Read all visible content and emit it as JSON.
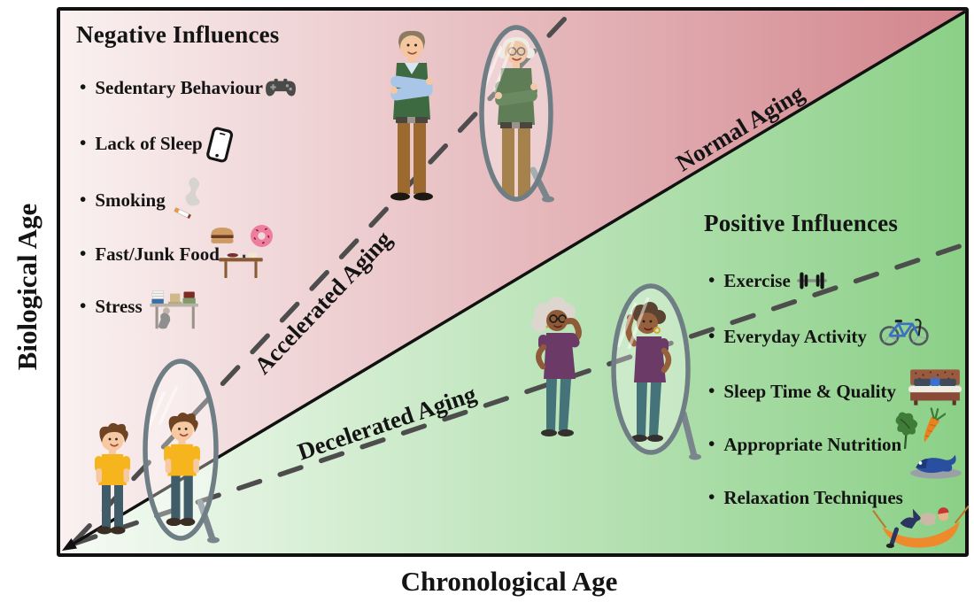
{
  "axes": {
    "y_label": "Biological Age",
    "x_label": "Chronological Age"
  },
  "lines": {
    "normal": "Normal Aging",
    "accelerated": "Accelerated Aging",
    "decelerated": "Decelerated Aging"
  },
  "negative": {
    "title": "Negative Influences",
    "items": [
      {
        "label": "Sedentary Behaviour",
        "icon": "gamepad-icon"
      },
      {
        "label": "Lack of Sleep",
        "icon": "smartphone-icon"
      },
      {
        "label": "Smoking",
        "icon": "cigarette-smoke-icon"
      },
      {
        "label": "Fast/Junk Food",
        "icon": "burger-donut-meal-table-icon"
      },
      {
        "label": "Stress",
        "icon": "cluttered-desk-icon"
      }
    ]
  },
  "positive": {
    "title": "Positive Influences",
    "items": [
      {
        "label": "Exercise",
        "icon": "dumbbell-icon"
      },
      {
        "label": "Everyday Activity",
        "icon": "bicycle-icon"
      },
      {
        "label": "Sleep Time & Quality",
        "icon": "bed-icon"
      },
      {
        "label": "Appropriate Nutrition",
        "icon": "kale-carrot-fish-dish-icon"
      },
      {
        "label": "Relaxation Techniques",
        "icon": "hammock-icon"
      }
    ]
  },
  "scene": {
    "figures": [
      {
        "name": "boy-and-mirror",
        "shows": "young boy seeing same-age self in mirror"
      },
      {
        "name": "man-and-mirror",
        "shows": "middle-aged man seeing older self in mirror"
      },
      {
        "name": "woman-and-mirror",
        "shows": "older woman seeing younger self in mirror"
      }
    ]
  },
  "ui": {
    "bullet": "•"
  },
  "colors": {
    "accelerated_region": "#d2858c",
    "decelerated_region": "#8bd087",
    "dashed_line": "#4d4d4d",
    "outline": "#111111"
  }
}
